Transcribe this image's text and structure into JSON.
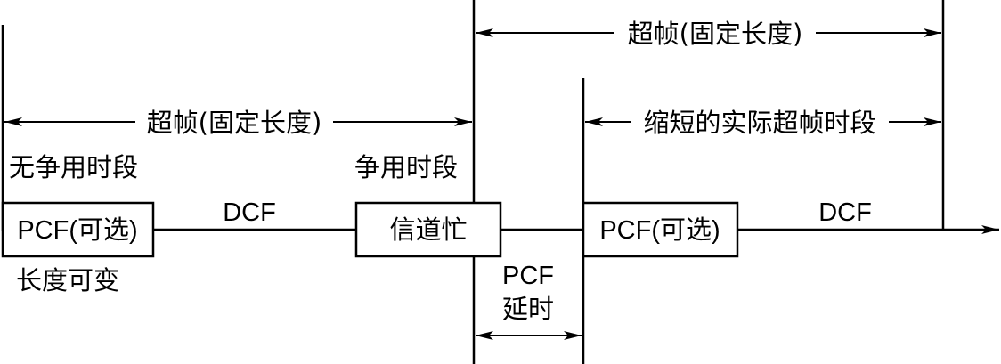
{
  "top_superframe_label": "超帧(固定长度)",
  "left_superframe_label": "超帧(固定长度)",
  "shortened_superframe_label": "缩短的实际超帧时段",
  "contention_free_period": "无争用时段",
  "contention_period": "争用时段",
  "pcf_box_left": "PCF(可选)",
  "pcf_box_right": "PCF(可选)",
  "busy_box": "信道忙",
  "dcf_left": "DCF",
  "dcf_right": "DCF",
  "variable_length": "长度可变",
  "pcf_delay_line1": "PCF",
  "pcf_delay_line2": "延时"
}
